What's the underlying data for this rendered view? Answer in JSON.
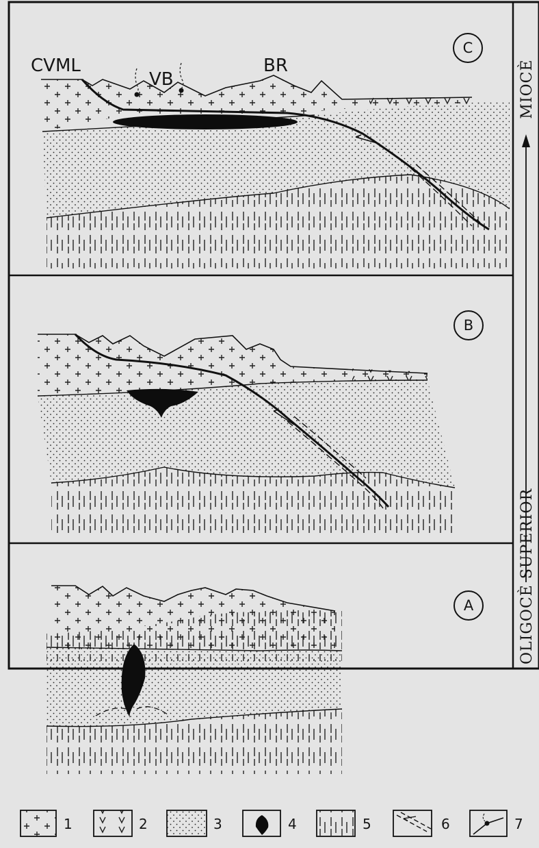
{
  "panels": {
    "c": {
      "label": "C",
      "places": [
        "CVML",
        "VB",
        "BR"
      ]
    },
    "b": {
      "label": "B"
    },
    "a": {
      "label": "A"
    }
  },
  "timeline": {
    "top": "MIOCÈ",
    "bottom": "OLIGOCÈ SUPERIOR"
  },
  "legend": [
    {
      "number": "1",
      "icon": "crosses-icon"
    },
    {
      "number": "2",
      "icon": "v-marks-icon"
    },
    {
      "number": "3",
      "icon": "dots-icon"
    },
    {
      "number": "4",
      "icon": "magma-drop-icon"
    },
    {
      "number": "5",
      "icon": "vertical-dashes-icon"
    },
    {
      "number": "6",
      "icon": "fault-icon"
    },
    {
      "number": "7",
      "icon": "volcano-vent-icon"
    }
  ]
}
